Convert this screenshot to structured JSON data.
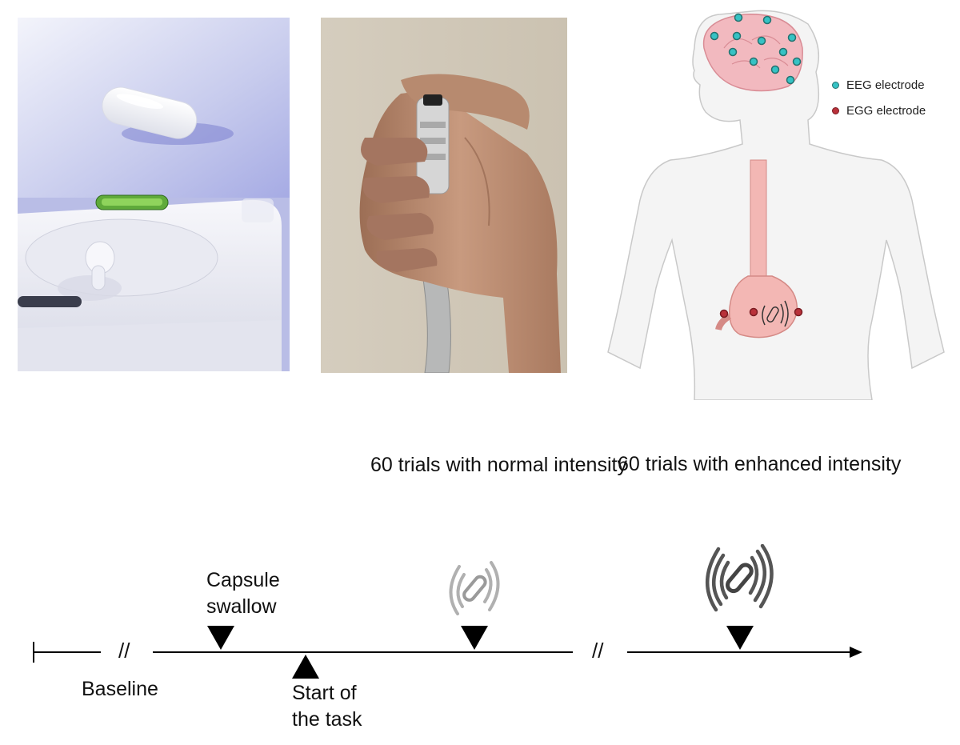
{
  "legend": {
    "eeg": "EEG electrode",
    "egg": "EGG electrode"
  },
  "colors": {
    "eeg_electrode": "#36c2c4",
    "egg_electrode": "#b9313a",
    "stomach": "#f3b7b4",
    "brain": "#f2b9bf",
    "body_outline": "#c9c9c9"
  },
  "phases": {
    "normal": "60 trials with normal intensity",
    "enhanced": "60 trials with enhanced intensity"
  },
  "timeline": {
    "baseline": "Baseline",
    "capsule": "Capsule swallow",
    "start": "Start of the task",
    "break_mark": "//"
  },
  "icons": {
    "normal": "vibrating-capsule-light-icon",
    "enhanced": "vibrating-capsule-dark-icon"
  }
}
